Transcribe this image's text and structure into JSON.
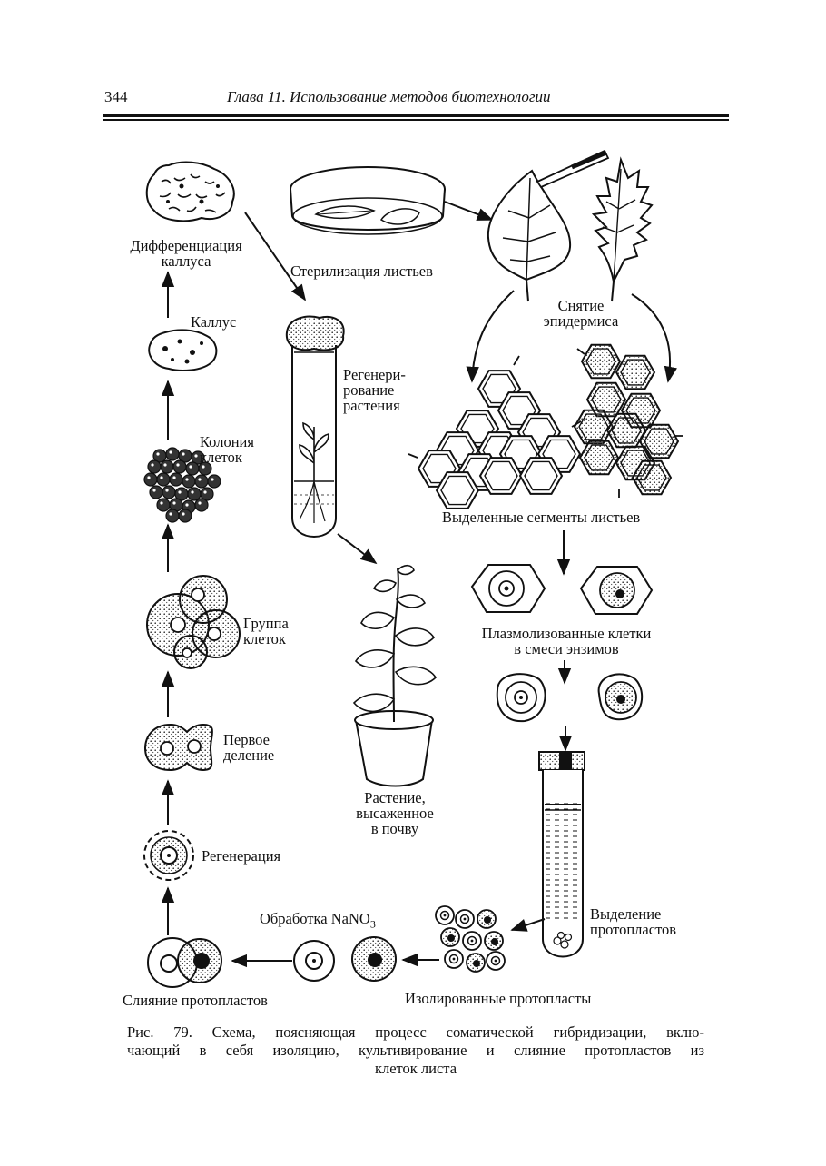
{
  "header": {
    "page_number": "344",
    "running_head": "Глава 11. Использование методов биотехнологии"
  },
  "labels": {
    "callus_diff_1": "Дифференциация",
    "callus_diff_2": "каллуса",
    "callus": "Каллус",
    "colony_1": "Колония",
    "colony_2": "клеток",
    "group_1": "Группа",
    "group_2": "клеток",
    "first_div_1": "Первое",
    "first_div_2": "деление",
    "regeneration": "Регенерация",
    "sterilization": "Стерилизация листьев",
    "regen_plant_1": "Регенери-",
    "regen_plant_2": "рование",
    "regen_plant_3": "растения",
    "epidermis_1": "Снятие",
    "epidermis_2": "эпидермиса",
    "segments": "Выделенные сегменты листьев",
    "plasmolyzed_1": "Плазмолизованные клетки",
    "plasmolyzed_2": "в смеси энзимов",
    "planted_1": "Растение,",
    "planted_2": "высаженное",
    "planted_3": "в почву",
    "isolation_1": "Выделение",
    "isolation_2": "протопластов",
    "nano3": "Обработка NaNO",
    "nano3_sub": "3",
    "fusion": "Слияние протопластов",
    "isolated": "Изолированные протопласты"
  },
  "caption": {
    "line1": "Рис. 79. Схема, поясняющая процесс соматической гибридизации, вклю-",
    "line2": "чающий в себя изоляцию, культивирование и слияние протопластов из",
    "line3": "клеток листа"
  }
}
